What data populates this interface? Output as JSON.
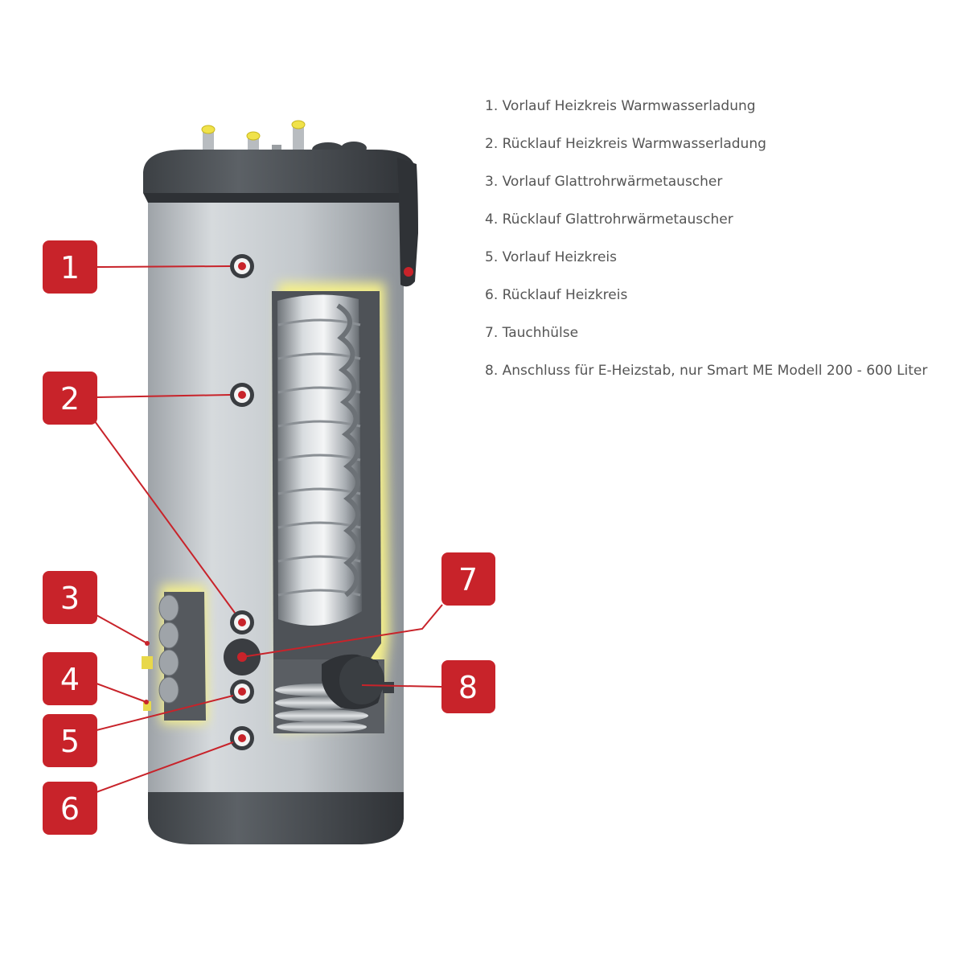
{
  "legend": [
    "1. Vorlauf Heizkreis Warmwasserladung",
    "2. Rücklauf Heizkreis Warmwasserladung",
    "3. Vorlauf Glattrohrwärmetauscher",
    "4. Rücklauf Glattrohrwärmetauscher",
    "5. Vorlauf Heizkreis",
    "6. Rücklauf Heizkreis",
    "7. Tauchhülse",
    "8. Anschluss für E-Heizstab, nur Smart ME Modell 200 - 600 Liter"
  ],
  "badges": [
    "1",
    "2",
    "3",
    "4",
    "5",
    "6",
    "7",
    "8"
  ],
  "colors": {
    "badge": "#c8232a",
    "leader": "#c8232a",
    "tank_body": "#c4c9cd",
    "tank_cap": "#4a4e52",
    "glow": "#f2ee9a",
    "legend_text": "#555555"
  }
}
